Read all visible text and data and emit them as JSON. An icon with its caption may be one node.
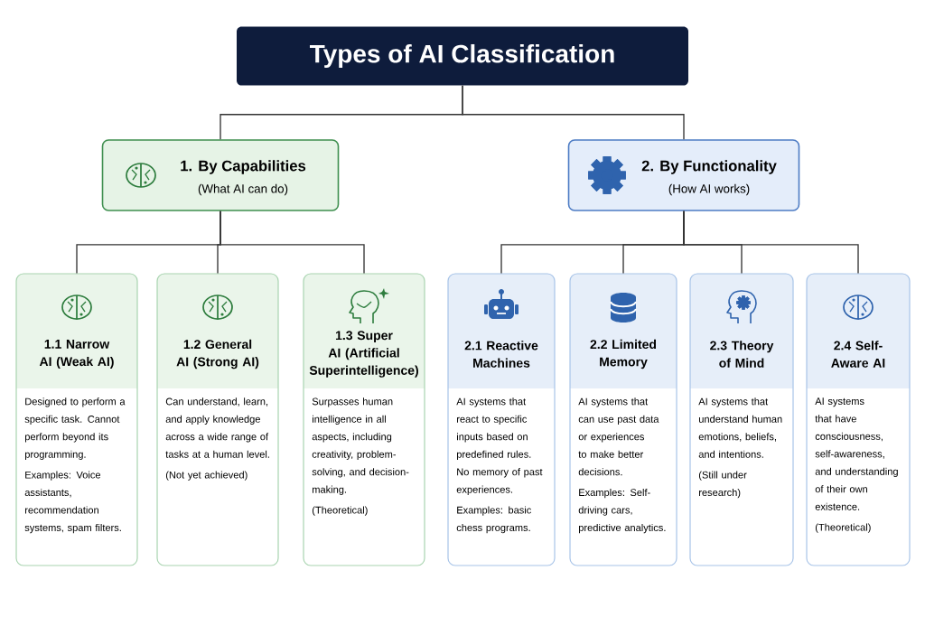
{
  "diagram": {
    "nodes": [
      {
        "text": [
          "Types of AI Classification"
        ]
      },
      {
        "text": [
          "1. By Capabilities",
          "(What AI can do)"
        ]
      },
      {
        "text": [
          "2. By Functionality",
          "(How AI works)"
        ]
      },
      {
        "text": [
          "1.1 Narrow AI (Weak AI)",
          "Designed to perform a specific task. Cannot perform beyond its programming.",
          "Examples: Voice assistants, recommendation systems, spam filters."
        ]
      },
      {
        "text": [
          "1.2 General AI (Strong AI)",
          "Can understand, learn, and apply knowledge across a wide range of tasks at a human level.",
          "(Not yet achieved)"
        ]
      },
      {
        "text": [
          "1.3 Super AI (Artificial Superintelligence)",
          "Surpasses human intelligence in all aspects, including creativity, problem-solving, and decision-making.",
          "(Theoretical)"
        ]
      },
      {
        "text": [
          "2.1 Reactive Machines",
          "AI systems that react to specific inputs based on predefined rules. No memory of past experiences.",
          "Examples: basic chess programs."
        ]
      },
      {
        "text": [
          "2.2 Limited Memory",
          "AI systems that can use past data or experiences to make better decisions.",
          "Examples: Self-driving cars, predictive analytics."
        ]
      },
      {
        "text": [
          "2.3 Theory of Mind",
          "AI systems that understand human emotions, beliefs, and intentions.",
          "(Still under research)"
        ]
      },
      {
        "text": [
          "2.4 Self-Aware AI",
          "AI systems that have consciousness, self-awareness, and understanding of their own existence.",
          "(Theoretical)"
        ]
      }
    ],
    "edges": [
      {
        "from": 0,
        "to": 1,
        "arrow": "none"
      },
      {
        "from": 0,
        "to": 2,
        "arrow": "none"
      },
      {
        "from": 1,
        "to": 3,
        "arrow": "none"
      },
      {
        "from": 1,
        "to": 4,
        "arrow": "none"
      },
      {
        "from": 1,
        "to": 5,
        "arrow": "none"
      },
      {
        "from": 2,
        "to": 6,
        "arrow": "none"
      },
      {
        "from": 2,
        "to": 7,
        "arrow": "none"
      },
      {
        "from": 2,
        "to": 8,
        "arrow": "none"
      },
      {
        "from": 2,
        "to": 9,
        "arrow": "none"
      }
    ]
  }
}
